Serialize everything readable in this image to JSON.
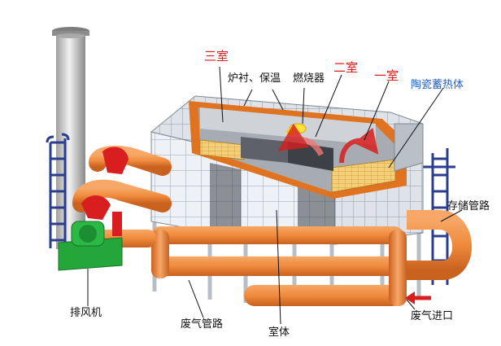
{
  "labels": {
    "chamber3": "三室",
    "lining": "炉衬、保温",
    "burner": "燃烧器",
    "chamber2": "二室",
    "chamber1": "一室",
    "ceramic": "陶瓷蓄热体",
    "storage_pipe": "存储管路",
    "exhaust_fan": "排风机",
    "waste_pipe": "废气管路",
    "chamber_body": "室体",
    "gas_inlet": "废气进口"
  },
  "colors": {
    "pipe": "#f0883e",
    "pipe_dark": "#c8611f",
    "panel": "#e8ecf2",
    "panel_line": "#9aa3ad",
    "lining": "#e0731f",
    "ceramic": "#f3cf7a",
    "fan": "#24a63a",
    "fan_red": "#d81e1e",
    "ladder": "#2a3d8f",
    "stack": "#c9c9c9",
    "label_red": "#d81e1e",
    "label_blue": "#1f5fc4",
    "leader": "#111111"
  }
}
